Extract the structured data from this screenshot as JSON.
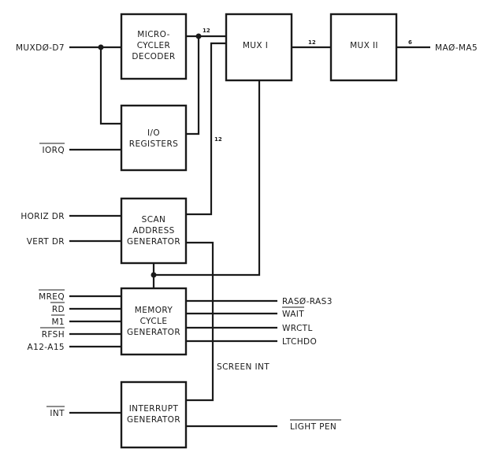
{
  "blocks": {
    "micro_decoder": [
      "MICRO-",
      "CYCLER",
      "DECODER"
    ],
    "io_registers": [
      "I/O",
      "REGISTERS"
    ],
    "mux1": [
      "MUX I"
    ],
    "mux2": [
      "MUX II"
    ],
    "scan_gen": [
      "SCAN",
      "ADDRESS",
      "GENERATOR"
    ],
    "memory_gen": [
      "MEMORY",
      "CYCLE",
      "GENERATOR"
    ],
    "interrupt_gen": [
      "INTERRUPT",
      "GENERATOR"
    ]
  },
  "signals": {
    "muxd": "MUXDØ-D7",
    "iorq": "IORQ",
    "horiz": "HORIZ DR",
    "vert": "VERT DR",
    "mreq": "MREQ",
    "rd": "RD",
    "m1": "M1",
    "rfsh": "RFSH",
    "addr": "A12-A15",
    "int": "INT",
    "ma": "MAØ-MA5",
    "ras": "RASØ-RAS3",
    "wait": "WAIT",
    "wrctl": "WRCTL",
    "ltchdo": "LTCHDO",
    "lightpen": "LIGHT PEN",
    "screenint": "SCREEN INT"
  },
  "bus_widths": {
    "dec_to_mux1": "12",
    "io_to_mux1": "12",
    "mux1_to_mux2": "12",
    "mux2_out": "6"
  }
}
